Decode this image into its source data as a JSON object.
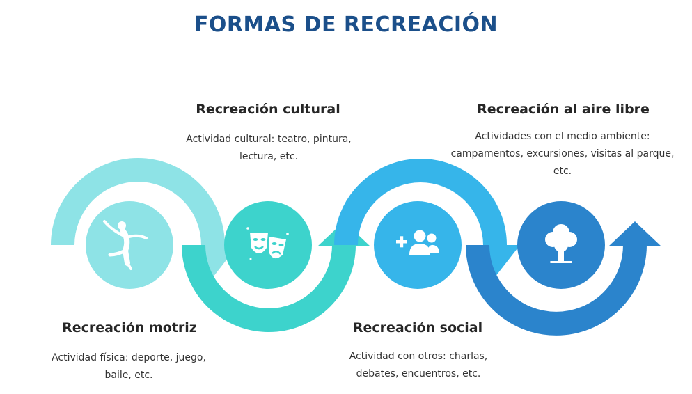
{
  "title": "FORMAS DE RECREACIÓN",
  "items": [
    {
      "heading": "Recreación motriz",
      "description": "Actividad física: deporte, juego, baile, etc.",
      "icon": "dancer-icon",
      "color": "#8ee3e6"
    },
    {
      "heading": "Recreación cultural",
      "description": "Actividad cultural: teatro, pintura, lectura, etc.",
      "icon": "theater-masks-icon",
      "color": "#3dd3cc"
    },
    {
      "heading": "Recreación social",
      "description": "Actividad con otros: charlas, debates, encuentros, etc.",
      "icon": "add-user-icon",
      "color": "#36b5ea"
    },
    {
      "heading": "Recreación al aire libre",
      "description": "Actividades con el medio ambiente: campamentos, excursiones, visitas al parque, etc.",
      "icon": "tree-icon",
      "color": "#2b84cc"
    }
  ]
}
